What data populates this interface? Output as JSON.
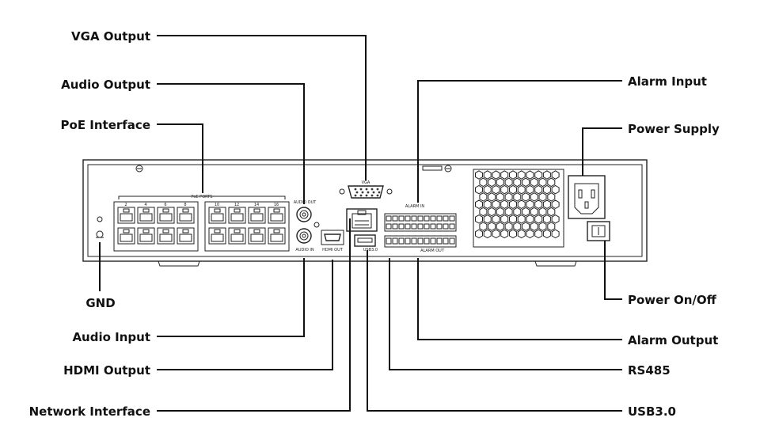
{
  "callouts": {
    "vga_output": "VGA Output",
    "audio_output": "Audio Output",
    "poe_interface": "PoE Interface",
    "gnd": "GND",
    "audio_input": "Audio Input",
    "hdmi_output": "HDMI Output",
    "network_interface": "Network Interface",
    "alarm_input": "Alarm Input",
    "power_supply": "Power Supply",
    "power_onoff": "Power On/Off",
    "alarm_output": "Alarm Output",
    "rs485": "RS485",
    "usb30": "USB3.0"
  },
  "panel_marks": {
    "poe_ports": "PoE PORTS",
    "vga": "VGA",
    "audio_out": "AUDIO OUT",
    "audio_in": "AUDIO IN",
    "hdmi": "HDMI OUT",
    "usb": "USB3.0",
    "alarm_in": "ALARM IN",
    "alarm_out": "ALARM OUT",
    "port_numbers_top": [
      "2",
      "4",
      "6",
      "8",
      "10",
      "12",
      "14",
      "16"
    ]
  }
}
